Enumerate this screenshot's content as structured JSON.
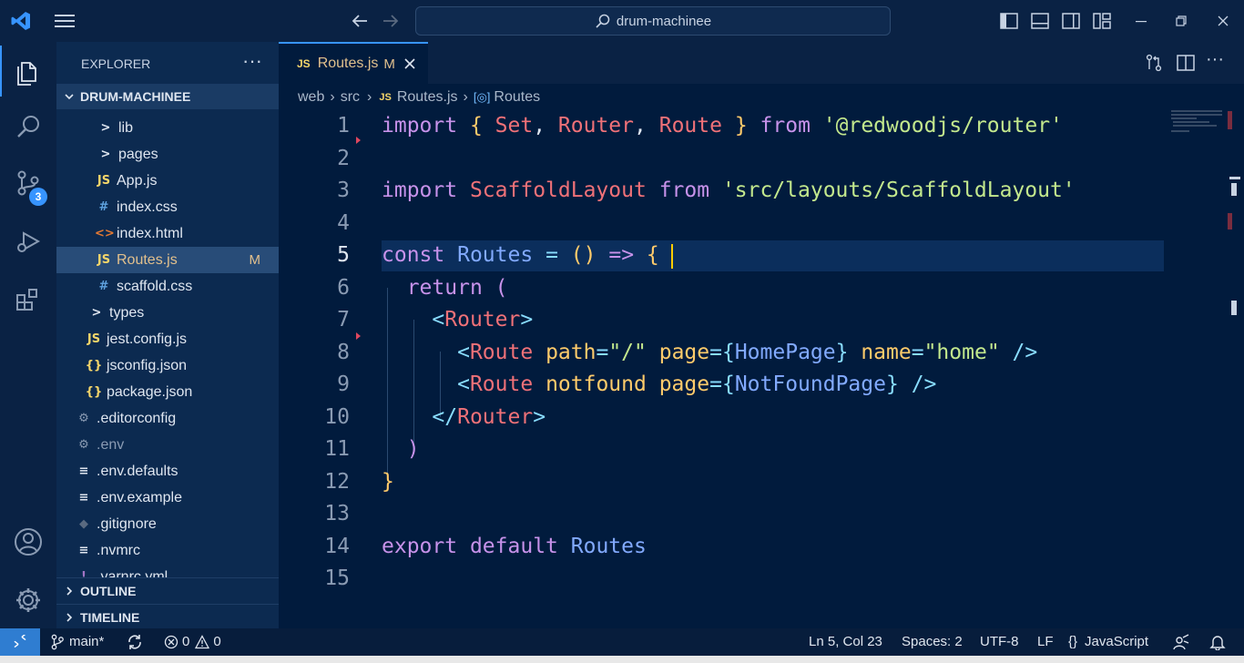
{
  "search": {
    "label": "drum-machinee"
  },
  "explorer": {
    "title": "EXPLORER",
    "more": "···"
  },
  "workspace": {
    "name": "DRUM-MACHINEE"
  },
  "tree": [
    {
      "name": "lib",
      "kind": "folder",
      "icon": ">",
      "color": "#dfe6f0",
      "indent": 44
    },
    {
      "name": "pages",
      "kind": "folder",
      "icon": ">",
      "color": "#dfe6f0",
      "indent": 44
    },
    {
      "name": "App.js",
      "kind": "js",
      "icon": "JS",
      "color": "#f5d66a",
      "indent": 42
    },
    {
      "name": "index.css",
      "kind": "css",
      "icon": "#",
      "color": "#5fa3e0",
      "indent": 42
    },
    {
      "name": "index.html",
      "kind": "html",
      "icon": "<>",
      "color": "#e37933",
      "indent": 42
    },
    {
      "name": "Routes.js",
      "kind": "js",
      "icon": "JS",
      "color": "#f5d66a",
      "indent": 42,
      "badge": "M",
      "selected": true
    },
    {
      "name": "scaffold.css",
      "kind": "css",
      "icon": "#",
      "color": "#5fa3e0",
      "indent": 42
    },
    {
      "name": "types",
      "kind": "folder",
      "icon": ">",
      "color": "#dfe6f0",
      "indent": 34
    },
    {
      "name": "jest.config.js",
      "kind": "js",
      "icon": "JS",
      "color": "#f5d66a",
      "indent": 31
    },
    {
      "name": "jsconfig.json",
      "kind": "json",
      "icon": "{}",
      "color": "#f5d66a",
      "indent": 31
    },
    {
      "name": "package.json",
      "kind": "json",
      "icon": "{}",
      "color": "#f5d66a",
      "indent": 31
    },
    {
      "name": ".editorconfig",
      "kind": "config",
      "icon": "⚙",
      "color": "#8a9bb3",
      "indent": 20
    },
    {
      "name": ".env",
      "kind": "config",
      "icon": "⚙",
      "color": "#8a9bb3",
      "indent": 20,
      "dim": true
    },
    {
      "name": ".env.defaults",
      "kind": "text",
      "icon": "≡",
      "color": "#dfe6f0",
      "indent": 20
    },
    {
      "name": ".env.example",
      "kind": "text",
      "icon": "≡",
      "color": "#dfe6f0",
      "indent": 20
    },
    {
      "name": ".gitignore",
      "kind": "git",
      "icon": "◆",
      "color": "#5a6a80",
      "indent": 20
    },
    {
      "name": ".nvmrc",
      "kind": "text",
      "icon": "≡",
      "color": "#dfe6f0",
      "indent": 20
    },
    {
      "name": ".yarnrc.yml",
      "kind": "yml",
      "icon": "!",
      "color": "#a074c4",
      "indent": 20
    }
  ],
  "panels": {
    "outline": "OUTLINE",
    "timeline": "TIMELINE"
  },
  "tab": {
    "icon": "JS",
    "label": "Routes.js",
    "badge": "M"
  },
  "breadcrumb": {
    "web": "web",
    "src": "src",
    "file": "Routes.js",
    "symbol": "Routes"
  },
  "code": {
    "line_numbers": [
      "1",
      "2",
      "3",
      "4",
      "5",
      "6",
      "7",
      "8",
      "9",
      "10",
      "11",
      "12",
      "13",
      "14",
      "15"
    ],
    "lines": [
      [
        [
          "kw",
          "import"
        ],
        [
          "wh",
          " "
        ],
        [
          "yl",
          "{"
        ],
        [
          "wh",
          " "
        ],
        [
          "fn",
          "Set"
        ],
        [
          "wh",
          ", "
        ],
        [
          "fn",
          "Router"
        ],
        [
          "wh",
          ", "
        ],
        [
          "fn",
          "Route"
        ],
        [
          "wh",
          " "
        ],
        [
          "yl",
          "}"
        ],
        [
          "wh",
          " "
        ],
        [
          "kw",
          "from"
        ],
        [
          "wh",
          " "
        ],
        [
          "str",
          "'@redwoodjs/router'"
        ]
      ],
      [],
      [
        [
          "kw",
          "import"
        ],
        [
          "wh",
          " "
        ],
        [
          "fn",
          "ScaffoldLayout"
        ],
        [
          "wh",
          " "
        ],
        [
          "kw",
          "from"
        ],
        [
          "wh",
          " "
        ],
        [
          "str",
          "'src/layouts/ScaffoldLayout'"
        ]
      ],
      [],
      [
        [
          "kw",
          "const"
        ],
        [
          "wh",
          " "
        ],
        [
          "id",
          "Routes"
        ],
        [
          "wh",
          " "
        ],
        [
          "op",
          "="
        ],
        [
          "wh",
          " "
        ],
        [
          "yl",
          "()"
        ],
        [
          "wh",
          " "
        ],
        [
          "kw",
          "=>"
        ],
        [
          "wh",
          " "
        ],
        [
          "yl",
          "{"
        ]
      ],
      [
        [
          "wh",
          "  "
        ],
        [
          "kw",
          "return"
        ],
        [
          "wh",
          " "
        ],
        [
          "kw",
          "("
        ]
      ],
      [
        [
          "wh",
          "    "
        ],
        [
          "op",
          "<"
        ],
        [
          "tag",
          "Router"
        ],
        [
          "op",
          ">"
        ]
      ],
      [
        [
          "wh",
          "      "
        ],
        [
          "op",
          "<"
        ],
        [
          "tag",
          "Route"
        ],
        [
          "wh",
          " "
        ],
        [
          "attr",
          "path"
        ],
        [
          "op",
          "="
        ],
        [
          "str",
          "\"/\""
        ],
        [
          "wh",
          " "
        ],
        [
          "attr",
          "page"
        ],
        [
          "op",
          "="
        ],
        [
          "op",
          "{"
        ],
        [
          "id",
          "HomePage"
        ],
        [
          "op",
          "}"
        ],
        [
          "wh",
          " "
        ],
        [
          "attr",
          "name"
        ],
        [
          "op",
          "="
        ],
        [
          "str",
          "\"home\""
        ],
        [
          "wh",
          " "
        ],
        [
          "op",
          "/>"
        ]
      ],
      [
        [
          "wh",
          "      "
        ],
        [
          "op",
          "<"
        ],
        [
          "tag",
          "Route"
        ],
        [
          "wh",
          " "
        ],
        [
          "attr",
          "notfound"
        ],
        [
          "wh",
          " "
        ],
        [
          "attr",
          "page"
        ],
        [
          "op",
          "="
        ],
        [
          "op",
          "{"
        ],
        [
          "id",
          "NotFoundPage"
        ],
        [
          "op",
          "}"
        ],
        [
          "wh",
          " "
        ],
        [
          "op",
          "/>"
        ]
      ],
      [
        [
          "wh",
          "    "
        ],
        [
          "op",
          "</"
        ],
        [
          "tag",
          "Router"
        ],
        [
          "op",
          ">"
        ]
      ],
      [
        [
          "wh",
          "  "
        ],
        [
          "kw",
          ")"
        ]
      ],
      [
        [
          "yl",
          "}"
        ]
      ],
      [],
      [
        [
          "kw",
          "export"
        ],
        [
          "wh",
          " "
        ],
        [
          "kw",
          "default"
        ],
        [
          "wh",
          " "
        ],
        [
          "id",
          "Routes"
        ]
      ],
      []
    ]
  },
  "status": {
    "branch": "main*",
    "errors": "0",
    "warnings": "0",
    "position": "Ln 5, Col 23",
    "spaces": "Spaces: 2",
    "encoding": "UTF-8",
    "eol": "LF",
    "language_glyph": "{}",
    "language": "JavaScript"
  },
  "activity": {
    "scm_badge": "3"
  },
  "colors": {
    "accent": "#3794ff",
    "selection": "#284c78",
    "modified": "#e2c08d"
  }
}
